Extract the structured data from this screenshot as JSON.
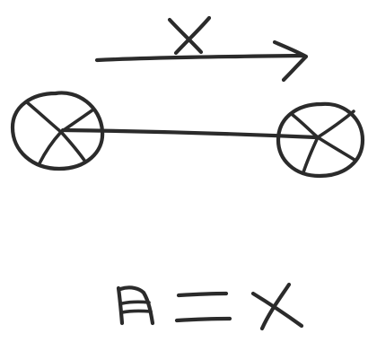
{
  "diagram": {
    "arrow_label": "X",
    "equation": {
      "left": "A",
      "operator": "=",
      "right": "X"
    }
  },
  "colors": {
    "ink": "#2b2b2b",
    "background": "#ffffff"
  }
}
